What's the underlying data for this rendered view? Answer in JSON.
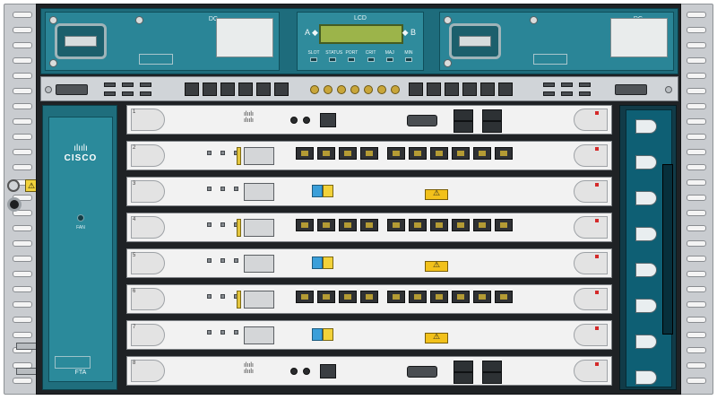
{
  "power": {
    "left_label": "DC",
    "right_label": "DC"
  },
  "lcd": {
    "title": "LCD",
    "nav_left": "A",
    "nav_right": "B",
    "buttons": [
      "SLOT",
      "STATUS",
      "PORT",
      "CRIT",
      "MAJ",
      "MIN"
    ]
  },
  "fan_tray": {
    "logo_text": "CISCO",
    "led_label": "FAN",
    "name": "FTA"
  },
  "cards": [
    {
      "slot": "1",
      "type": "controller"
    },
    {
      "slot": "2",
      "type": "qsfp"
    },
    {
      "slot": "3",
      "type": "optical"
    },
    {
      "slot": "4",
      "type": "qsfp"
    },
    {
      "slot": "5",
      "type": "optical"
    },
    {
      "slot": "6",
      "type": "qsfp"
    },
    {
      "slot": "7",
      "type": "optical"
    },
    {
      "slot": "8",
      "type": "controller"
    }
  ],
  "colors": {
    "chassis_teal": "#1e6c7c",
    "card_face": "#f2f2f2",
    "status_red": "#d42a2a",
    "warning_yellow": "#f2c11b"
  }
}
